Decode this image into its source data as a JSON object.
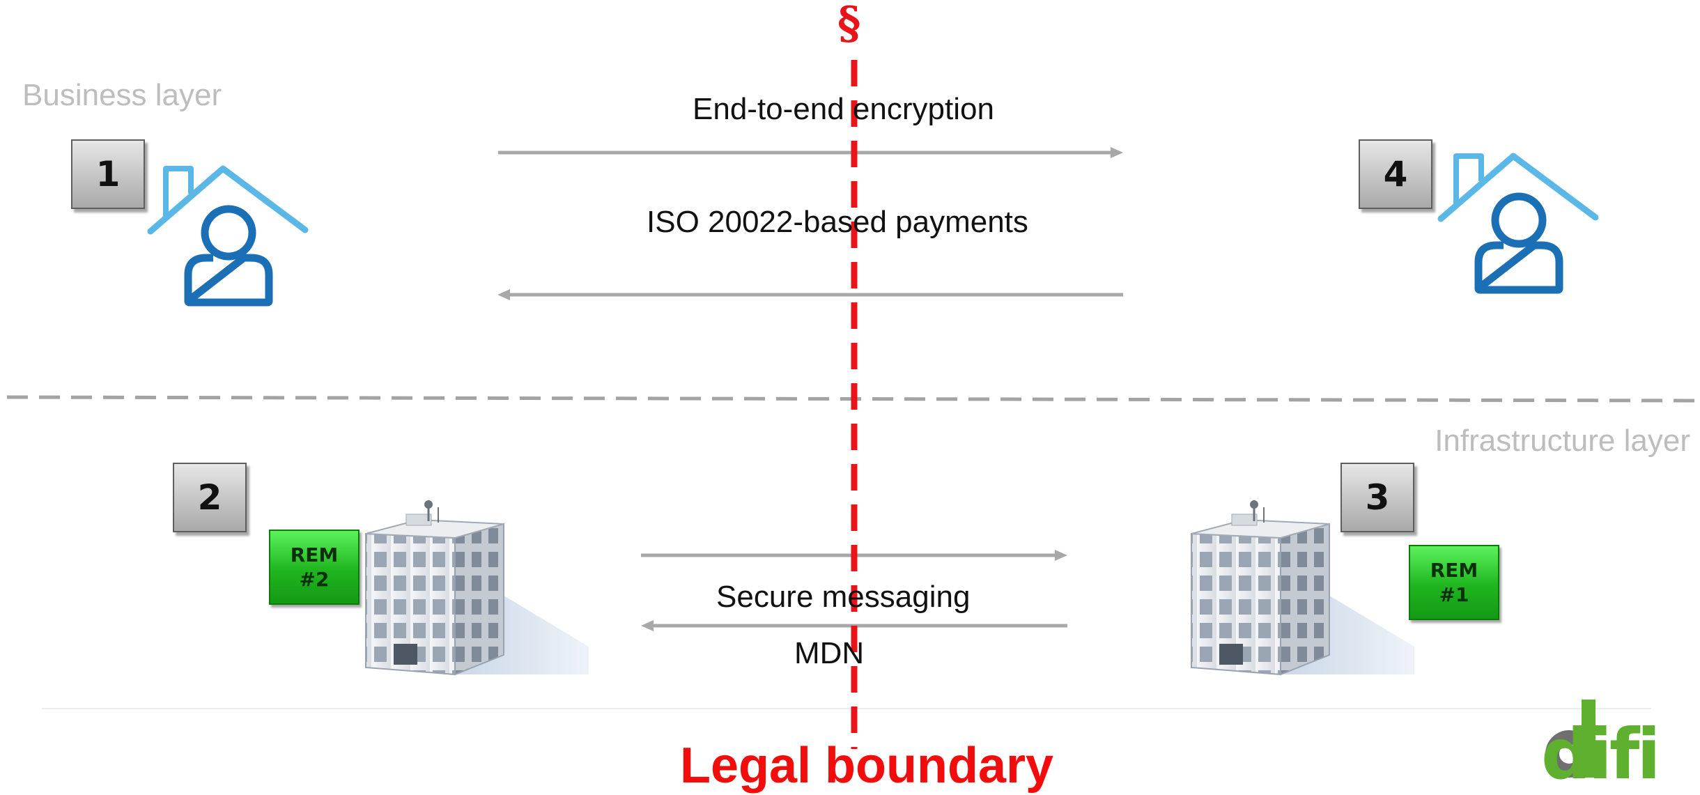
{
  "layers": {
    "business": "Business layer",
    "infrastructure": "Infrastructure layer"
  },
  "legal": {
    "symbol": "§",
    "label": "Legal boundary"
  },
  "flows": {
    "encryption": "End-to-end encryption",
    "payments": "ISO 20022-based payments",
    "secure_messaging": "Secure messaging",
    "mdn": "MDN"
  },
  "corners": [
    {
      "number": "1",
      "icon": "home-user-icon"
    },
    {
      "number": "2",
      "icon": "office-building-icon",
      "rem_line1": "REM",
      "rem_line2": "#2"
    },
    {
      "number": "3",
      "icon": "office-building-icon",
      "rem_line1": "REM",
      "rem_line2": "#1"
    },
    {
      "number": "4",
      "icon": "home-user-icon"
    }
  ],
  "logo": {
    "text": "difi"
  },
  "colors": {
    "boundary": "#e8141a",
    "icon_blue": "#1a6fb5",
    "roof_blue": "#5bb8e6",
    "rem_green": "#22b722",
    "logo_green": "#5fb02e"
  }
}
